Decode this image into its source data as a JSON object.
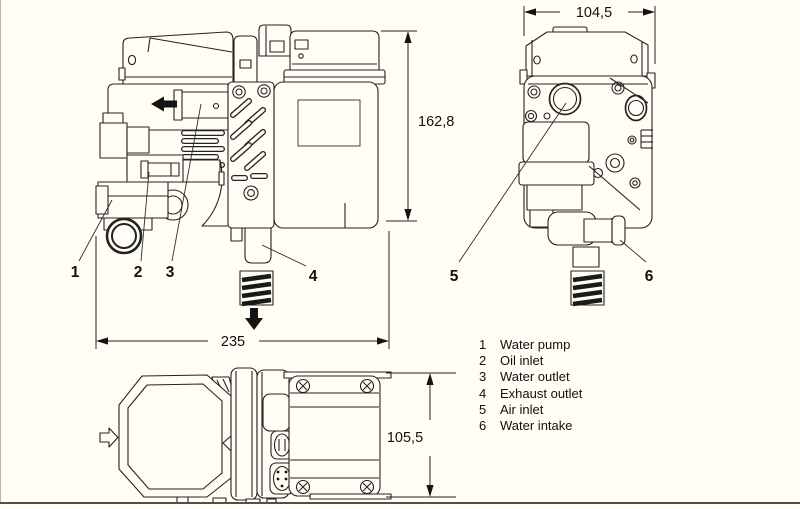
{
  "page": {
    "background": "#fffdf4",
    "line_color": "#232323",
    "arrow_color": "#141414",
    "rule_color": "#4f4f4f"
  },
  "dimensions": {
    "front_height": "162,8",
    "front_width": "235",
    "side_width": "104,5",
    "bottom_height": "105,5"
  },
  "callouts": {
    "water_pump": "1",
    "oil_inlet": "2",
    "water_outlet": "3",
    "exhaust_outlet": "4",
    "air_inlet": "5",
    "water_intake": "6"
  },
  "legend": {
    "items": [
      {
        "num": "1",
        "label": "Water pump"
      },
      {
        "num": "2",
        "label": "Oil inlet"
      },
      {
        "num": "3",
        "label": "Water outlet"
      },
      {
        "num": "4",
        "label": "Exhaust outlet"
      },
      {
        "num": "5",
        "label": "Air inlet"
      },
      {
        "num": "6",
        "label": "Water intake"
      }
    ]
  }
}
